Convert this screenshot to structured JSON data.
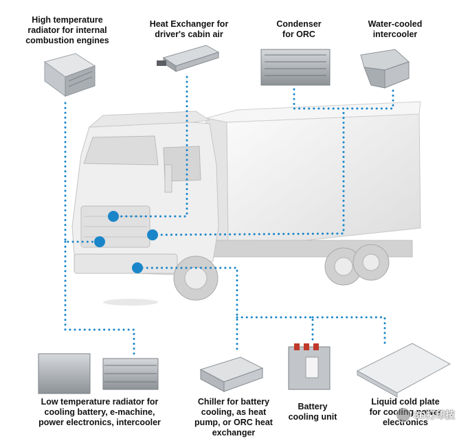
{
  "labels": {
    "hot_radiator": "High temperature\nradiator for internal\ncombustion engines",
    "cabin_hx": "Heat Exchanger for\ndriver's cabin air",
    "condenser": "Condenser\nfor ORC",
    "intercooler": "Water-cooled\nintercooler",
    "low_radiator": "Low temperature radiator for\ncooling battery, e-machine,\npower electronics, intercooler",
    "chiller": "Chiller for battery\ncooling, as heat\npump, or ORC heat\nexchanger",
    "battery_unit": "Battery\ncooling unit",
    "cold_plate": "Liquid cold plate\nfor cooling power\nelectronics"
  },
  "watermark": "3D打印技",
  "colors": {
    "connector": "#1a86c9",
    "node": "#1a86c9",
    "truck_body": "#f2f2f2",
    "truck_shade": "#d9d9d9",
    "component": "#b8bcc0"
  }
}
